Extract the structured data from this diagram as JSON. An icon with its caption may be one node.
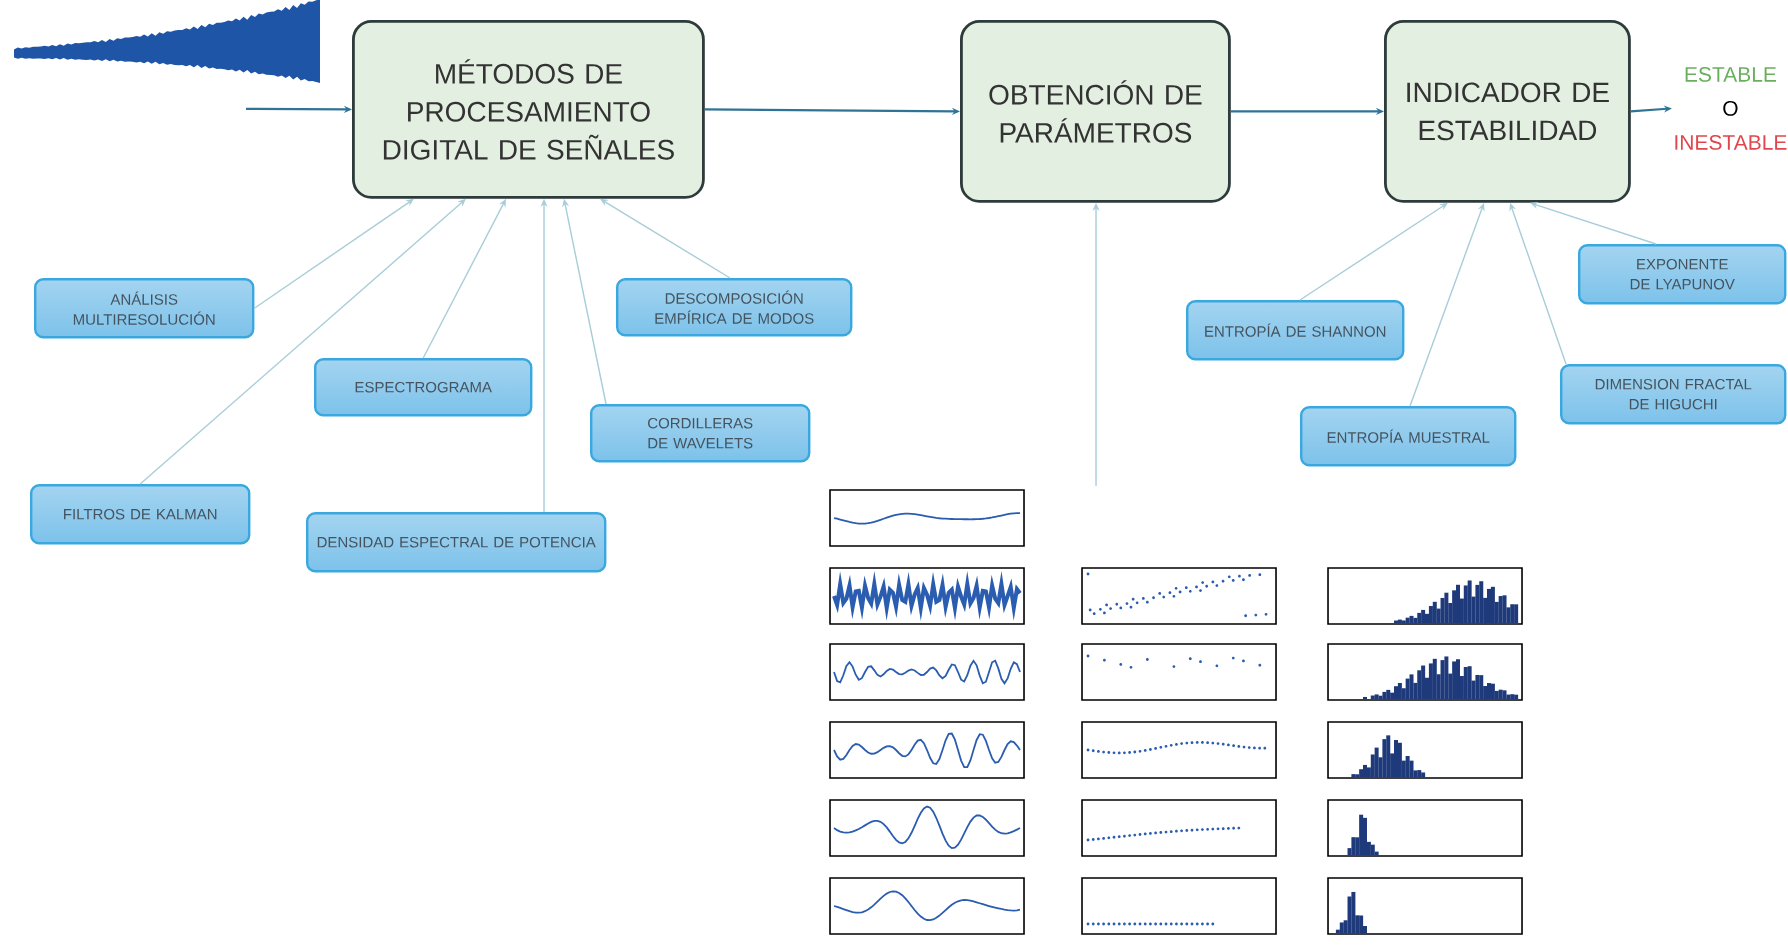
{
  "diagram": {
    "nodes": [
      {
        "text": [],
        "shape": "picture"
      },
      {
        "text": [
          "MÉTODOS DE PROCESAMIENTO DIGITAL DE SEÑALES"
        ]
      },
      {
        "text": [
          "OBTENCIÓN DE PARÁMETROS"
        ]
      },
      {
        "text": [
          "INDICADOR DE ESTABILIDAD"
        ]
      },
      {
        "text": [
          "ESTABLE",
          "O",
          "INESTABLE"
        ]
      },
      {
        "text": [
          "ANÁLISIS MULTIRESOLUCIÓN"
        ]
      },
      {
        "text": [
          "DESCOMPOSICIÓN EMPÍRICA DE MODOS"
        ]
      },
      {
        "text": [
          "ESPECTROGRAMA"
        ]
      },
      {
        "text": [
          "CORDILLERAS DE WAVELETS"
        ]
      },
      {
        "text": [
          "FILTROS DE KALMAN"
        ]
      },
      {
        "text": [
          "DENSIDAD ESPECTRAL DE POTENCIA"
        ]
      },
      {
        "text": [
          "EXPONENTE DE LYAPUNOV"
        ]
      },
      {
        "text": [
          "ENTROPÍA DE SHANNON"
        ]
      },
      {
        "text": [
          "DIMENSION FRACTAL DE HIGUCHI"
        ]
      },
      {
        "text": [
          "ENTROPÍA MUESTRAL"
        ]
      },
      {
        "text": [],
        "shape": "picture"
      }
    ],
    "edges": [
      {
        "from": 0,
        "to": 1,
        "arrow": "to",
        "color": "#2f7396"
      },
      {
        "from": 1,
        "to": 2,
        "arrow": "to",
        "color": "#2f7396"
      },
      {
        "from": 2,
        "to": 3,
        "arrow": "to",
        "color": "#2f7396"
      },
      {
        "from": 3,
        "to": 4,
        "arrow": "to",
        "color": "#2f7396"
      },
      {
        "from": 5,
        "to": 1,
        "arrow": "to"
      },
      {
        "from": 9,
        "to": 1,
        "arrow": "to"
      },
      {
        "from": 7,
        "to": 1,
        "arrow": "to"
      },
      {
        "from": 10,
        "to": 1,
        "arrow": "to"
      },
      {
        "from": 8,
        "to": 1,
        "arrow": "to"
      },
      {
        "from": 6,
        "to": 1,
        "arrow": "to"
      },
      {
        "from": 15,
        "to": 2,
        "arrow": "to"
      },
      {
        "from": 12,
        "to": 3,
        "arrow": "to"
      },
      {
        "from": 14,
        "to": 3,
        "arrow": "to"
      },
      {
        "from": 13,
        "to": 3,
        "arrow": "to"
      },
      {
        "from": 11,
        "to": 3,
        "arrow": "to"
      }
    ]
  }
}
